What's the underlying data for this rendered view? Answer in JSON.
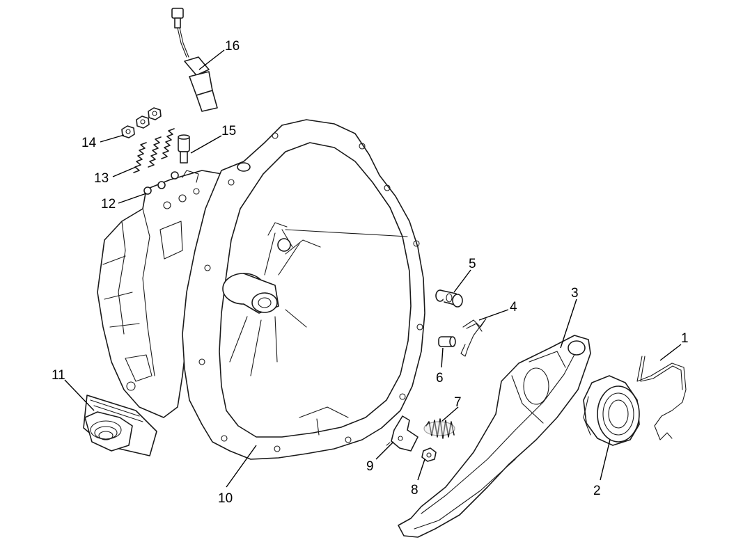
{
  "callouts": [
    {
      "id": "1",
      "part": "spring-clip"
    },
    {
      "id": "2",
      "part": "release-bearing"
    },
    {
      "id": "3",
      "part": "release-fork"
    },
    {
      "id": "4",
      "part": "retaining-clip"
    },
    {
      "id": "5",
      "part": "pivot-stud"
    },
    {
      "id": "6",
      "part": "bushing"
    },
    {
      "id": "7",
      "part": "compression-spring"
    },
    {
      "id": "8",
      "part": "bolt"
    },
    {
      "id": "9",
      "part": "bracket"
    },
    {
      "id": "10",
      "part": "clutch-housing"
    },
    {
      "id": "11",
      "part": "dust-boot"
    },
    {
      "id": "12",
      "part": "steel-ball"
    },
    {
      "id": "13",
      "part": "detent-spring"
    },
    {
      "id": "14",
      "part": "plug-bolt"
    },
    {
      "id": "15",
      "part": "plug"
    },
    {
      "id": "16",
      "part": "reverse-light-switch"
    }
  ]
}
